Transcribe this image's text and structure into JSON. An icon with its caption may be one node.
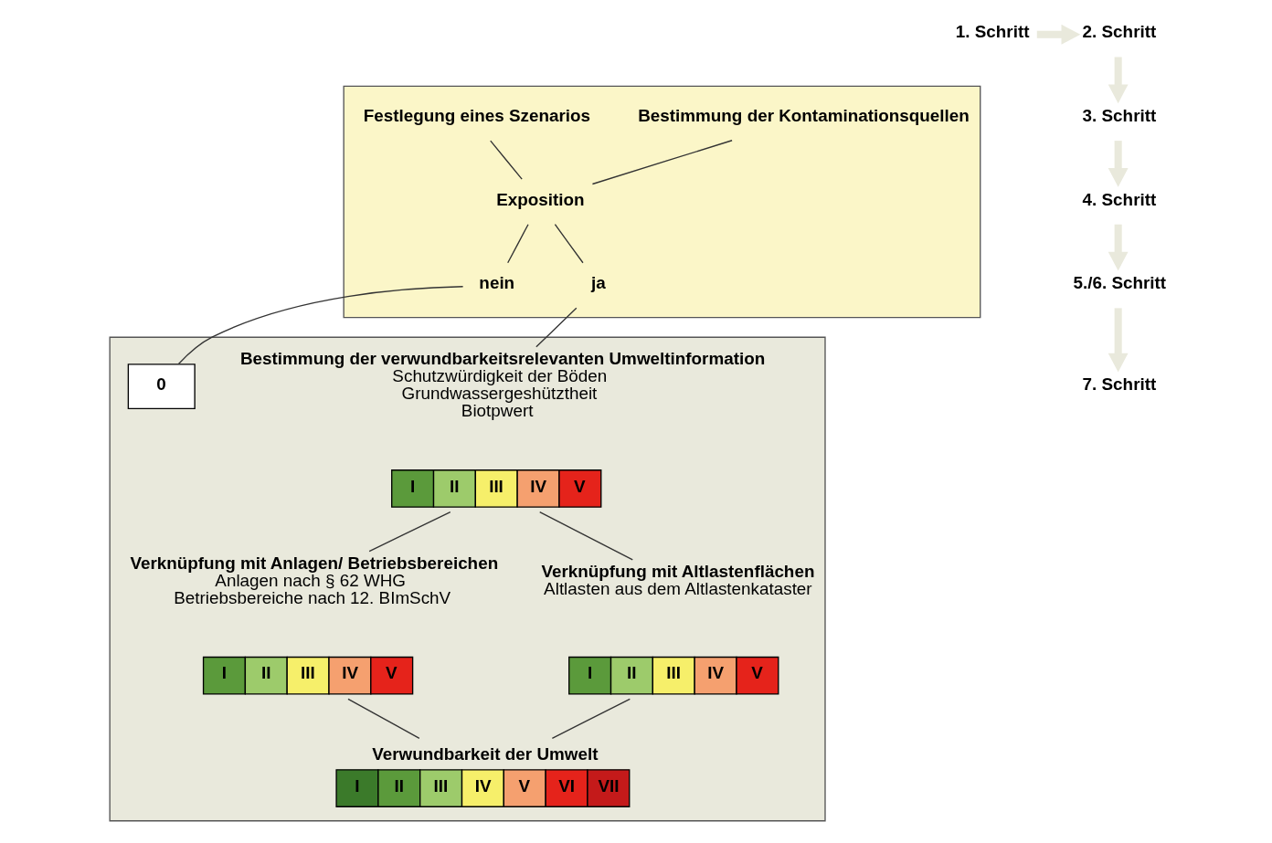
{
  "diagram": {
    "nodes": [
      {
        "text": [
          "1. Schritt"
        ]
      },
      {
        "text": [
          "2. Schritt"
        ]
      },
      {
        "text": [
          "3. Schritt"
        ]
      },
      {
        "text": [
          "4. Schritt"
        ]
      },
      {
        "text": [
          "5./6. Schritt"
        ]
      },
      {
        "text": [
          "7. Schritt"
        ]
      },
      {
        "text": [],
        "shape": "box"
      },
      {
        "text": [
          "Bestimmung der Kontaminationsquellen"
        ],
        "in": 6
      },
      {
        "text": [
          "Festlegung eines Szenarios"
        ],
        "in": 6
      },
      {
        "text": [
          "Exposition"
        ],
        "in": 6
      },
      {
        "text": [
          "nein"
        ],
        "in": 6
      },
      {
        "text": [
          "ja"
        ],
        "in": 6
      },
      {
        "text": [],
        "shape": "box"
      },
      {
        "text": [
          "Bestimmung der verwundbarkeitsrelevanten Umweltinformation",
          "Schutzwürdigkeit der Böden",
          "Grundwassergeshütztheit",
          "Biotpwert"
        ],
        "in": 12
      },
      {
        "text": [
          "I",
          "II",
          "III",
          "IV",
          "V"
        ],
        "in": 12
      },
      {
        "text": [
          "Verknüpfung mit Altlastenflächen",
          "Altlasten aus dem Altlastenkataster"
        ],
        "in": 12
      },
      {
        "text": [
          "Verknüpfung mit Anlagen/ Betriebsbereichen",
          "Anlagen nach § 62 WHG",
          "Betriebsbereiche nach 12. BImSchV"
        ],
        "in": 12
      },
      {
        "text": [
          "I",
          "II",
          "III",
          "IV",
          "V"
        ],
        "in": 12
      },
      {
        "text": [
          "I",
          "II",
          "III",
          "IV",
          "V"
        ],
        "in": 12
      },
      {
        "text": [
          "I",
          "II",
          "III",
          "IV",
          "V",
          "VI",
          "VII"
        ],
        "beside": [
          "Verwundbarkeit der Umwelt"
        ],
        "in": 12
      },
      {
        "text": [
          "0"
        ],
        "in": 12
      }
    ],
    "edges": [
      {
        "from": 0,
        "to": 1,
        "arrow": "to",
        "style": "thick",
        "color": "#e9e9dc"
      },
      {
        "from": 1,
        "to": 2,
        "arrow": "to",
        "style": "thick",
        "color": "#e9e9dc"
      },
      {
        "from": 2,
        "to": 3,
        "arrow": "to",
        "style": "thick",
        "color": "#e9e9dc"
      },
      {
        "from": 3,
        "to": 4,
        "arrow": "to",
        "style": "thick",
        "color": "#e9e9dc"
      },
      {
        "from": 4,
        "to": 5,
        "arrow": "to",
        "style": "thick",
        "color": "#e9e9dc"
      },
      {
        "from": 7,
        "to": 9,
        "arrow": "none"
      },
      {
        "from": 8,
        "to": 9,
        "arrow": "none"
      },
      {
        "from": 9,
        "to": 10,
        "arrow": "none"
      },
      {
        "from": 9,
        "to": 11,
        "arrow": "none"
      },
      {
        "from": 11,
        "to": 13,
        "arrow": "none"
      },
      {
        "from": 14,
        "to": 15,
        "arrow": "none"
      },
      {
        "from": 14,
        "to": 16,
        "arrow": "none"
      },
      {
        "from": 17,
        "to": 19,
        "arrow": "none"
      },
      {
        "from": 18,
        "to": 19,
        "arrow": "none"
      },
      {
        "from": 10,
        "to": 20,
        "arrow": "none"
      }
    ]
  }
}
